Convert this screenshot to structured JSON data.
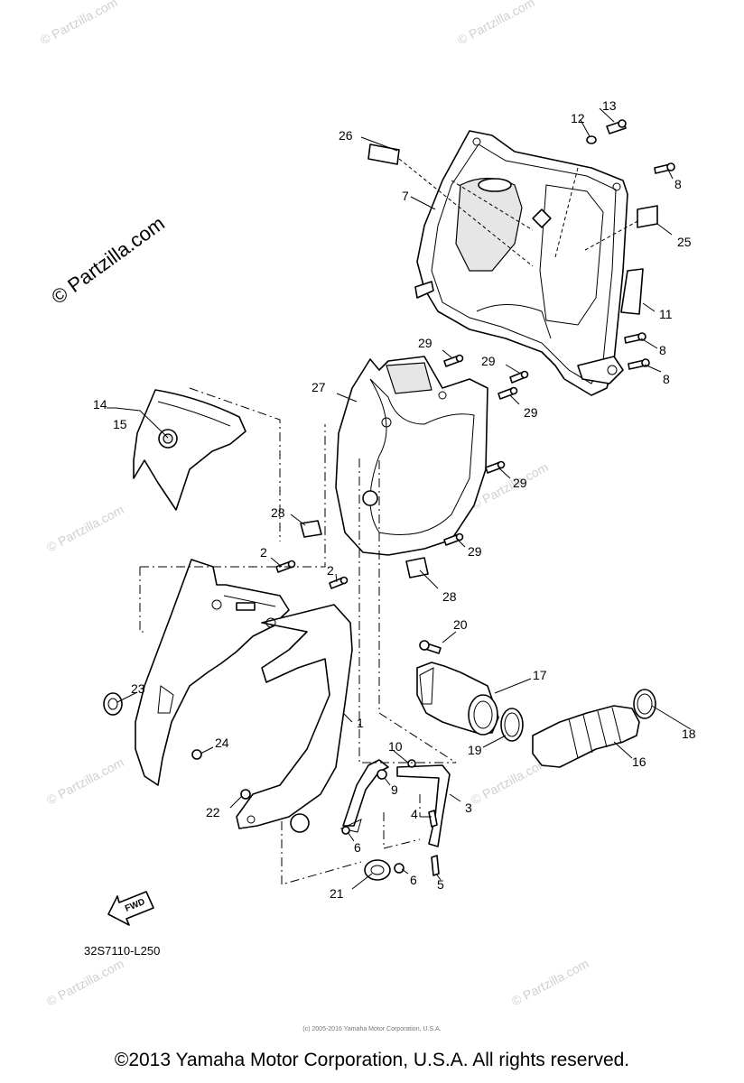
{
  "watermark": {
    "brand": "© Partzilla.com",
    "tile": "© Partzilla.com"
  },
  "diagram": {
    "code": "32S7110-L250",
    "fwd_label": "FWD",
    "callouts": [
      "1",
      "2",
      "2",
      "3",
      "4",
      "5",
      "6",
      "6",
      "7",
      "8",
      "8",
      "8",
      "9",
      "10",
      "11",
      "12",
      "13",
      "14",
      "15",
      "16",
      "17",
      "18",
      "19",
      "20",
      "21",
      "22",
      "23",
      "24",
      "25",
      "26",
      "27",
      "28",
      "28",
      "29",
      "29",
      "29",
      "29",
      "29"
    ]
  },
  "footer": {
    "fineprint": "(c) 2005-2016 Yamaha Motor Corporation, U.S.A.",
    "copyright": "©2013 Yamaha Motor Corporation, U.S.A. All rights reserved."
  }
}
